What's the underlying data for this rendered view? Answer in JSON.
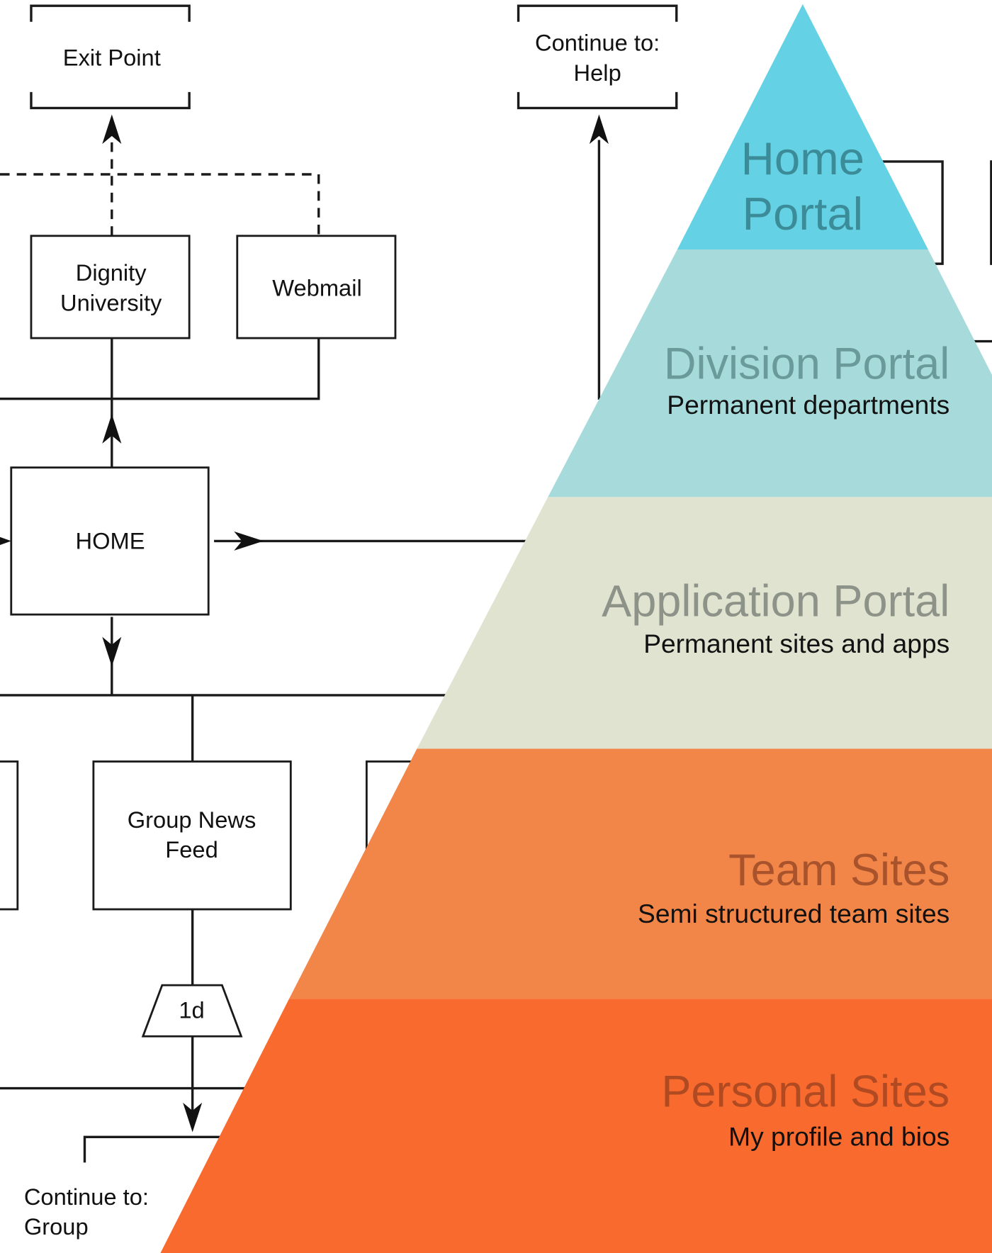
{
  "flowchart": {
    "exit_point": "Exit Point",
    "continue_help": [
      "Continue to:",
      "Help"
    ],
    "dignity_university": [
      "Dignity",
      "University"
    ],
    "webmail": "Webmail",
    "home": "HOME",
    "group_news_feed": [
      "Group News",
      "Feed"
    ],
    "delay": "1d",
    "continue_group": [
      "Continue to:",
      "Group"
    ]
  },
  "pyramid": {
    "levels": [
      {
        "title": [
          "Home",
          "Portal"
        ],
        "subtitle": "",
        "color": "#64d2e4",
        "text_color": "#3b8c98"
      },
      {
        "title": [
          "Division Portal"
        ],
        "subtitle": "Permanent departments",
        "color": "#a7dbdb",
        "text_color": "#6b9a9a"
      },
      {
        "title": [
          "Application Portal"
        ],
        "subtitle": "Permanent sites and apps",
        "color": "#e0e3cf",
        "text_color": "#8e9389"
      },
      {
        "title": [
          "Team Sites"
        ],
        "subtitle": "Semi structured team sites",
        "color": "#f28649",
        "text_color": "#a8532c"
      },
      {
        "title": [
          "Personal Sites"
        ],
        "subtitle": "My profile and bios",
        "color": "#f96a2e",
        "text_color": "#b04a22"
      }
    ]
  }
}
